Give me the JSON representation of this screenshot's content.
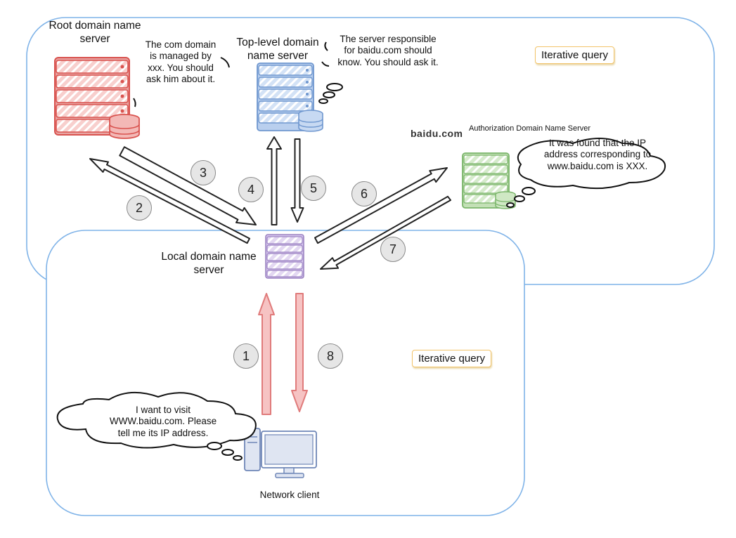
{
  "servers": {
    "root": {
      "label_line1": "Root domain name",
      "label_line2": "server",
      "color": "#d9534f",
      "fill": "#f6b9b7"
    },
    "tld": {
      "label_line1": "Top-level domain",
      "label_line2": "name server",
      "color": "#6f97cf",
      "fill": "#c7d9f2"
    },
    "auth": {
      "brand": "baidu.com",
      "label": "Authorization Domain Name Server",
      "color": "#7ab56a",
      "fill": "#cfe8c4"
    },
    "local": {
      "label_line1": "Local domain name",
      "label_line2": "server",
      "color": "#9b83c2",
      "fill": "#ddd0ef"
    },
    "client": {
      "label": "Network client",
      "color": "#6f86b7"
    }
  },
  "bubbles": {
    "root": [
      "The com domain",
      "is managed by",
      "xxx. You should",
      "ask him about it."
    ],
    "tld": [
      "The server responsible",
      "for baidu.com should",
      "know. You should ask it."
    ],
    "auth": [
      "It was found that the IP",
      "address corresponding to",
      "www.baidu.com is XXX."
    ],
    "client": [
      "I want to visit",
      "WWW.baidu.com. Please",
      "tell me its IP address."
    ]
  },
  "tags": {
    "top": "Iterative query",
    "bottom": "Iterative query"
  },
  "steps": [
    "1",
    "2",
    "3",
    "4",
    "5",
    "6",
    "7",
    "8"
  ],
  "colors": {
    "region_border": "#7fb3e8",
    "query_arrow": "#e07b7b",
    "query_arrow_fill": "#f6c3c3",
    "iter_arrow": "#333333"
  }
}
